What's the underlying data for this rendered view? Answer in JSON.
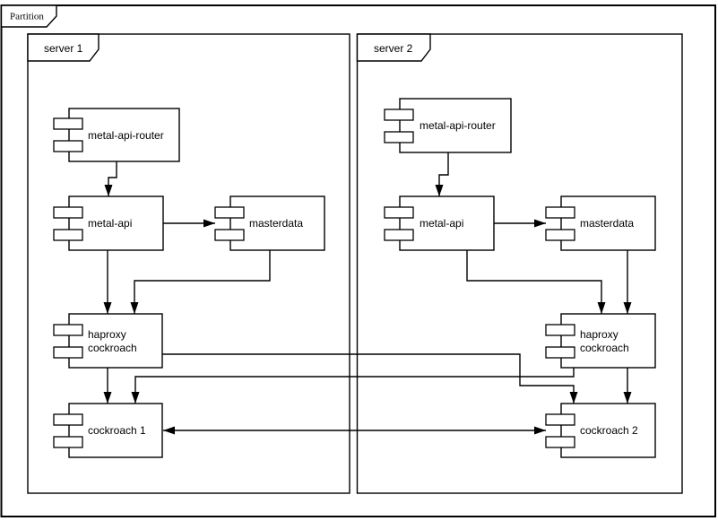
{
  "diagram": {
    "type": "uml-component-diagram",
    "partition": {
      "label": "Partition"
    },
    "servers": [
      {
        "label": "server 1"
      },
      {
        "label": "server 2"
      }
    ],
    "components": [
      {
        "server": "server 1",
        "lines": [
          "metal-api-router"
        ]
      },
      {
        "server": "server 1",
        "lines": [
          "metal-api"
        ]
      },
      {
        "server": "server 1",
        "lines": [
          "masterdata"
        ]
      },
      {
        "server": "server 1",
        "lines": [
          "haproxy",
          "cockroach"
        ]
      },
      {
        "server": "server 1",
        "lines": [
          "cockroach 1"
        ]
      },
      {
        "server": "server 2",
        "lines": [
          "metal-api-router"
        ]
      },
      {
        "server": "server 2",
        "lines": [
          "metal-api"
        ]
      },
      {
        "server": "server 2",
        "lines": [
          "masterdata"
        ]
      },
      {
        "server": "server 2",
        "lines": [
          "haproxy",
          "cockroach"
        ]
      },
      {
        "server": "server 2",
        "lines": [
          "cockroach 2"
        ]
      }
    ],
    "connections": [
      {
        "from": "server 1 / metal-api-router",
        "to": "server 1 / metal-api",
        "direction": "one-way"
      },
      {
        "from": "server 1 / metal-api",
        "to": "server 1 / masterdata",
        "direction": "one-way"
      },
      {
        "from": "server 1 / metal-api",
        "to": "server 1 / haproxy cockroach",
        "direction": "one-way"
      },
      {
        "from": "server 1 / masterdata",
        "to": "server 1 / haproxy cockroach",
        "direction": "one-way"
      },
      {
        "from": "server 1 / haproxy cockroach",
        "to": "server 1 / cockroach 1",
        "direction": "one-way"
      },
      {
        "from": "server 1 / haproxy cockroach",
        "to": "server 2 / cockroach 2",
        "direction": "one-way"
      },
      {
        "from": "server 2 / haproxy cockroach",
        "to": "server 1 / cockroach 1",
        "direction": "one-way"
      },
      {
        "from": "server 1 / cockroach 1",
        "to": "server 2 / cockroach 2",
        "direction": "two-way"
      },
      {
        "from": "server 2 / metal-api-router",
        "to": "server 2 / metal-api",
        "direction": "one-way"
      },
      {
        "from": "server 2 / metal-api",
        "to": "server 2 / masterdata",
        "direction": "one-way"
      },
      {
        "from": "server 2 / metal-api",
        "to": "server 2 / haproxy cockroach",
        "direction": "one-way"
      },
      {
        "from": "server 2 / masterdata",
        "to": "server 2 / haproxy cockroach",
        "direction": "one-way"
      },
      {
        "from": "server 2 / haproxy cockroach",
        "to": "server 2 / cockroach 2",
        "direction": "one-way"
      }
    ],
    "colors": {
      "stroke": "#000000",
      "background": "#ffffff"
    }
  }
}
